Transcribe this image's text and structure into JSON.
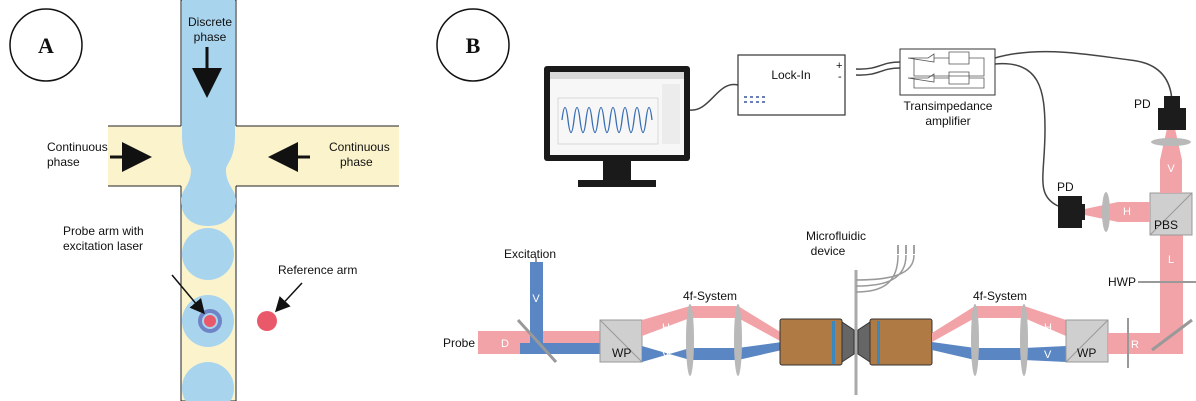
{
  "panel_a": {
    "badge": "A",
    "discrete_phase": [
      "Discrete",
      "phase"
    ],
    "continuous_left": [
      "Continuous",
      "phase"
    ],
    "continuous_right": [
      "Continuous",
      "phase"
    ],
    "probe_arm": [
      "Probe arm with",
      "excitation laser"
    ],
    "reference_arm": "Reference arm"
  },
  "panel_b": {
    "badge": "B",
    "lock_in": "Lock-In",
    "plus": "+",
    "minus": "-",
    "transimpedance": [
      "Transimpedance",
      "amplifier"
    ],
    "pd_top": "PD",
    "pd_left": "PD",
    "pbs": "PBS",
    "hwp": "HWP",
    "microfluidic": [
      "Microfluidic",
      "device"
    ],
    "excitation": "Excitation",
    "probe": "Probe",
    "four_f_left": "4f-System",
    "four_f_right": "4f-System",
    "wp_left": "WP",
    "wp_right": "WP",
    "beam_labels": {
      "D": "D",
      "V_exc": "V",
      "H_left": "H",
      "V_left": "V",
      "H_right": "H",
      "V_right": "V",
      "R": "R",
      "L": "L",
      "H_pd": "H",
      "V_pd": "V"
    }
  },
  "colors": {
    "channel": "#fbf3cc",
    "droplet": "#a9d4ee",
    "red_beam": "#f2a3a8",
    "red_dot": "#e9596a",
    "blue_beam": "#5b86c4",
    "objective": "#b07a45"
  }
}
